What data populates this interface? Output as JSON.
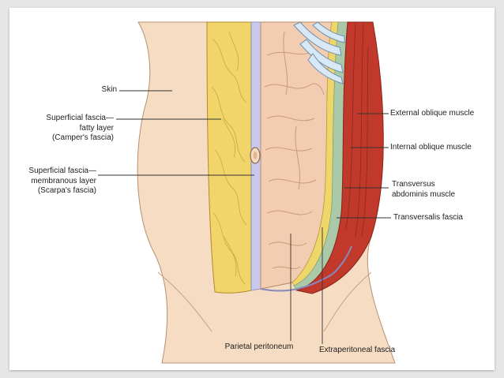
{
  "labels": {
    "skin": "Skin",
    "superficial_fascia_fatty": [
      "Superficial fascia—",
      "fatty layer",
      "(Camper's fascia)"
    ],
    "superficial_fascia_membranous": [
      "Superficial fascia—",
      "membranous layer",
      "(Scarpa's fascia)"
    ],
    "external_oblique": "External oblique muscle",
    "internal_oblique": "Internal oblique muscle",
    "transversus": [
      "Transversus",
      "abdominis muscle"
    ],
    "transversalis_fascia": "Transversalis fascia",
    "parietal_peritoneum": "Parietal peritoneum",
    "extraperitoneal_fascia": "Extraperitoneal fascia"
  },
  "colors": {
    "slide_bg": "#e6e6e6",
    "skin": "#f6dcc2",
    "skin_outline": "#b98f70",
    "fat": "#f1d46a",
    "membranous": "#c9c9ee",
    "intestine": "#f3cdb2",
    "muscle_red": "#c0392b",
    "transversalis": "#a9c9a8",
    "leader_line": "#333333"
  }
}
